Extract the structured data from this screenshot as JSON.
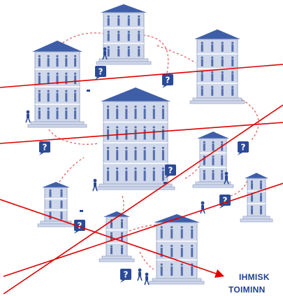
{
  "caption": {
    "line1": "IHMISK",
    "line2": "TOIMINN"
  },
  "question_mark": "?",
  "colors": {
    "roof": "#3f5ea8",
    "building_body": "#cfd7ea",
    "building_outline": "#9aa8c8",
    "floor_line": "#ffffff",
    "figures": "#2b4a97",
    "question_bubble": "#2b4a97",
    "dashed_path": "#e06060",
    "strike_lines": "#e00000",
    "caption_text": "#1d3f8f"
  },
  "icons": [
    "building-icon",
    "question-bubble-icon",
    "person-icon",
    "dashed-path",
    "strike-line",
    "arrow-icon"
  ]
}
